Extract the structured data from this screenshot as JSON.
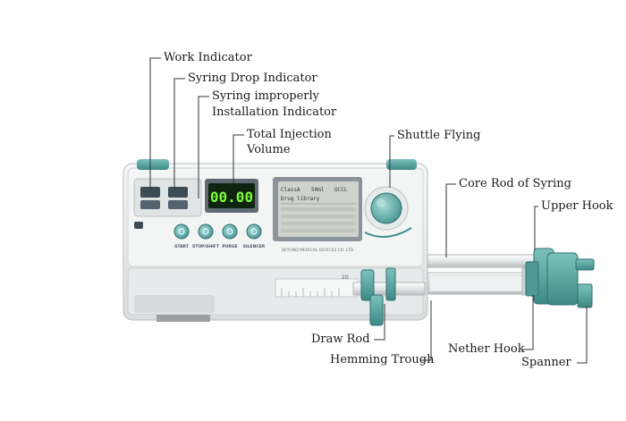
{
  "callouts": {
    "work_indicator": "Work Indicator",
    "syring_drop_indicator": "Syring Drop Indicator",
    "syring_improperly_line1": "Syring improperly",
    "syring_improperly_line2": "Installation Indicator",
    "total_injection_line1": "Total Injection",
    "total_injection_line2": "Volume",
    "shuttle_flying": "Shuttle Flying",
    "core_rod": "Core Rod of Syring",
    "upper_hook": "Upper Hook",
    "draw_rod": "Draw Rod",
    "hemming_trough": "Hemming Trough",
    "nether_hook": "Nether Hook",
    "spanner": "Spanner"
  },
  "device": {
    "led_display": "00.00",
    "lcd_header_left": "ClassA",
    "lcd_header_mid": "50ml",
    "lcd_header_right": "OCCL",
    "lcd_title": "Drug library",
    "brand_label": "BEYOND MEDICAL DEVICES CO. LTD",
    "buttons": [
      "START",
      "STOP/SHIFT",
      "PURGE",
      "SILENCER"
    ],
    "scale_mark": "10"
  },
  "colors": {
    "teal": "#3f8f8f",
    "teal_light": "#6fb3b0",
    "body": "#eef0f0",
    "led_bg": "#0f2410",
    "led_digits": "#7dff3a"
  }
}
